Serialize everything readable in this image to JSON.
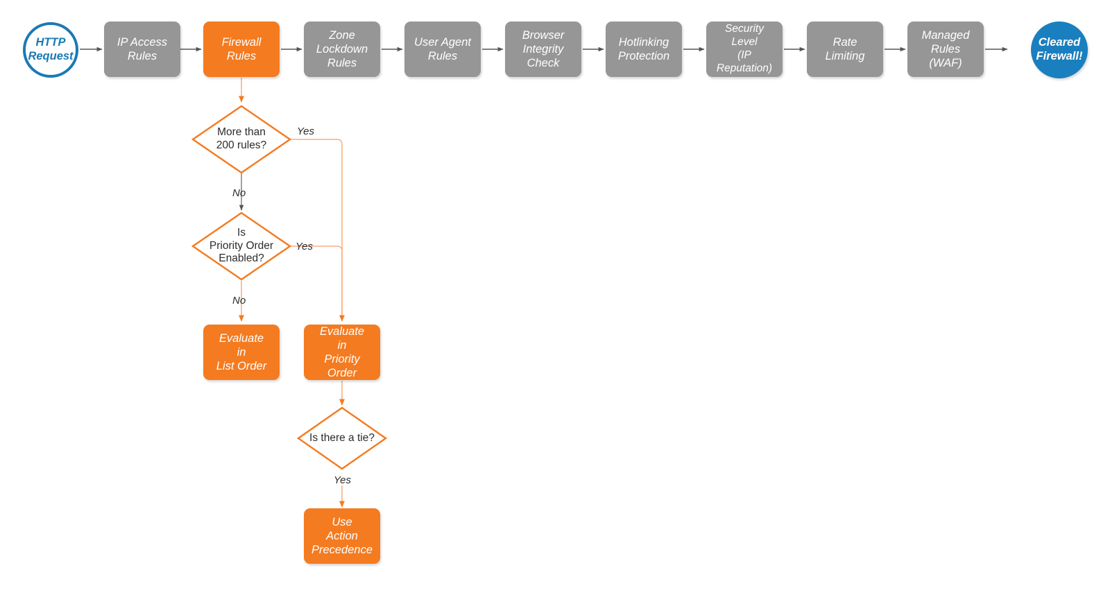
{
  "diagram": {
    "title": "Cloudflare request firewall evaluation order flowchart",
    "colors": {
      "gray": "#969696",
      "orange": "#F47B20",
      "orange_light": "#F9B183",
      "blue": "#1A7FBE",
      "blue_outline": "#1A79B5",
      "arrow_gray": "#555555",
      "text_dark": "#2b2b2b"
    },
    "pipeline": [
      {
        "id": "http-request",
        "label": "HTTP\nRequest",
        "shape": "circle-outline"
      },
      {
        "id": "ip-access-rules",
        "label": "IP Access\nRules",
        "shape": "box-gray"
      },
      {
        "id": "firewall-rules",
        "label": "Firewall\nRules",
        "shape": "box-orange"
      },
      {
        "id": "zone-lockdown",
        "label": "Zone\nLockdown\nRules",
        "shape": "box-gray"
      },
      {
        "id": "user-agent-rules",
        "label": "User Agent\nRules",
        "shape": "box-gray"
      },
      {
        "id": "browser-integrity",
        "label": "Browser\nIntegrity\nCheck",
        "shape": "box-gray"
      },
      {
        "id": "hotlink-protection",
        "label": "Hotlinking\nProtection",
        "shape": "box-gray"
      },
      {
        "id": "security-level",
        "label": "Security\nLevel\n(IP Reputation)",
        "shape": "box-gray"
      },
      {
        "id": "rate-limiting",
        "label": "Rate\nLimiting",
        "shape": "box-gray"
      },
      {
        "id": "managed-rules",
        "label": "Managed\nRules\n(WAF)",
        "shape": "box-gray"
      },
      {
        "id": "cleared-firewall",
        "label": "Cleared\nFirewall!",
        "shape": "circle-filled"
      }
    ],
    "decisions": [
      {
        "id": "more-than-200-rules",
        "label": "More than\n200 rules?"
      },
      {
        "id": "priority-order-enabled",
        "label": "Is\nPriority Order\nEnabled?"
      },
      {
        "id": "is-there-a-tie",
        "label": "Is there a tie?"
      }
    ],
    "outcomes": [
      {
        "id": "evaluate-list-order",
        "label": "Evaluate\nin\nList Order"
      },
      {
        "id": "evaluate-priority-order",
        "label": "Evaluate\nin\nPriority Order"
      },
      {
        "id": "use-action-precedence",
        "label": "Use\nAction\nPrecedence"
      }
    ],
    "edge_labels": [
      {
        "id": "yes-more-than-200",
        "text": "Yes"
      },
      {
        "id": "no-more-than-200",
        "text": "No"
      },
      {
        "id": "yes-priority-order",
        "text": "Yes"
      },
      {
        "id": "no-priority-order",
        "text": "No"
      },
      {
        "id": "yes-is-there-a-tie",
        "text": "Yes"
      }
    ]
  }
}
